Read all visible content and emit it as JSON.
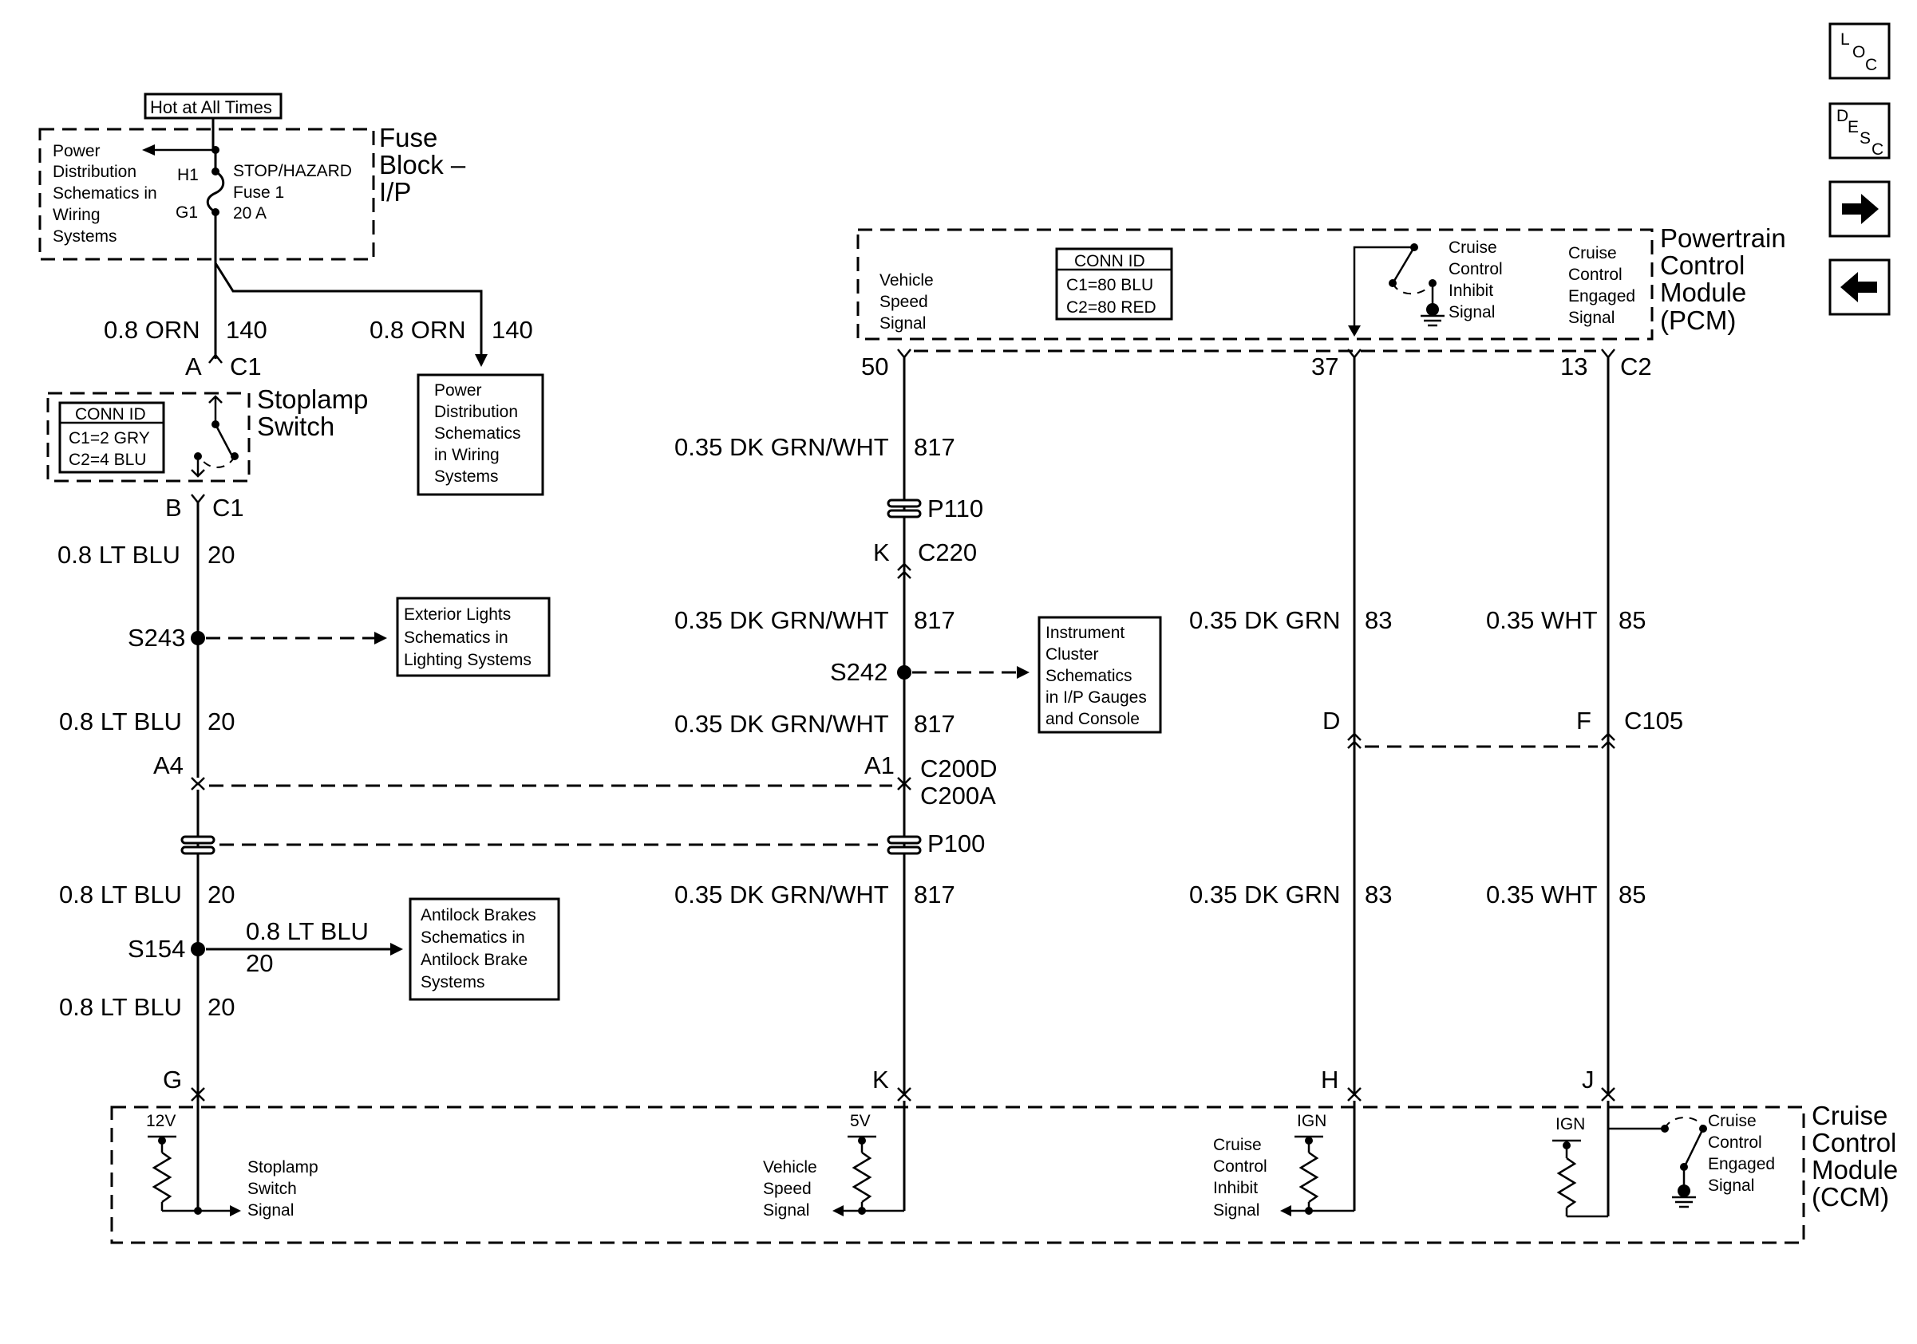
{
  "header": {
    "hot_label": "Hot at All Times"
  },
  "fuse_block": {
    "title": [
      "Fuse",
      "Block –",
      "I/P"
    ],
    "fuse_name": [
      "STOP/HAZARD",
      "Fuse 1",
      "20 A"
    ],
    "terminal_h1": "H1",
    "terminal_g1": "G1",
    "power_note": [
      "Power",
      "Distribution",
      "Schematics in",
      "Wiring",
      "Systems"
    ]
  },
  "power_dist_box": [
    "Power",
    "Distribution",
    "Schematics",
    "in Wiring",
    "Systems"
  ],
  "stoplamp_switch": {
    "title": [
      "Stoplamp",
      "Switch"
    ],
    "conn_id": [
      "CONN ID",
      "C1=2 GRY",
      "C2=4 BLU"
    ]
  },
  "pcm": {
    "title": [
      "Powertrain",
      "Control",
      "Module",
      "(PCM)"
    ],
    "conn_id": [
      "CONN ID",
      "C1=80 BLU",
      "C2=80 RED"
    ],
    "vss_label": [
      "Vehicle",
      "Speed",
      "Signal"
    ],
    "inhibit_label": [
      "Cruise",
      "Control",
      "Inhibit",
      "Signal"
    ],
    "engaged_label": [
      "Cruise",
      "Control",
      "Engaged",
      "Signal"
    ]
  },
  "ccm": {
    "title": [
      "Cruise",
      "Control",
      "Module",
      "(CCM)"
    ],
    "stoplamp_label": [
      "Stoplamp",
      "Switch",
      "Signal"
    ],
    "vss_label": [
      "Vehicle",
      "Speed",
      "Signal"
    ],
    "inhibit_label": [
      "Cruise",
      "Control",
      "Inhibit",
      "Signal"
    ],
    "engaged_label": [
      "Cruise",
      "Control",
      "Engaged",
      "Signal"
    ],
    "v12": "12V",
    "v5": "5V",
    "ign1": "IGN",
    "ign2": "IGN"
  },
  "refs": {
    "exterior": [
      "Exterior Lights",
      "Schematics in",
      "Lighting Systems"
    ],
    "instrument": [
      "Instrument",
      "Cluster",
      "Schematics",
      "in I/P Gauges",
      "and Console"
    ],
    "antilock": [
      "Antilock Brakes",
      "Schematics in",
      "Antilock Brake",
      "Systems"
    ]
  },
  "wires": {
    "orn": "0.8 ORN",
    "orn_num": "140",
    "ltblu": "0.8 LT BLU",
    "ltblu_num": "20",
    "dkgrnwht": "0.35 DK GRN/WHT",
    "dkgrnwht_num": "817",
    "dkgrn": "0.35 DK GRN",
    "dkgrn_num": "83",
    "wht": "0.35 WHT",
    "wht_num": "85"
  },
  "connectors": {
    "A": "A",
    "C1": "C1",
    "B": "B",
    "S243": "S243",
    "A4": "A4",
    "S154": "S154",
    "G": "G",
    "pin50": "50",
    "pin37": "37",
    "pin13": "13",
    "C2": "C2",
    "P110": "P110",
    "K": "K",
    "C220": "C220",
    "S242": "S242",
    "A1": "A1",
    "C200D": "C200D",
    "C200A": "C200A",
    "P100": "P100",
    "D": "D",
    "F": "F",
    "C105": "C105",
    "H": "H",
    "J": "J"
  },
  "nav": {
    "loc": [
      "L",
      "O",
      "C"
    ],
    "desc": [
      "D",
      "E",
      "S",
      "C"
    ]
  }
}
